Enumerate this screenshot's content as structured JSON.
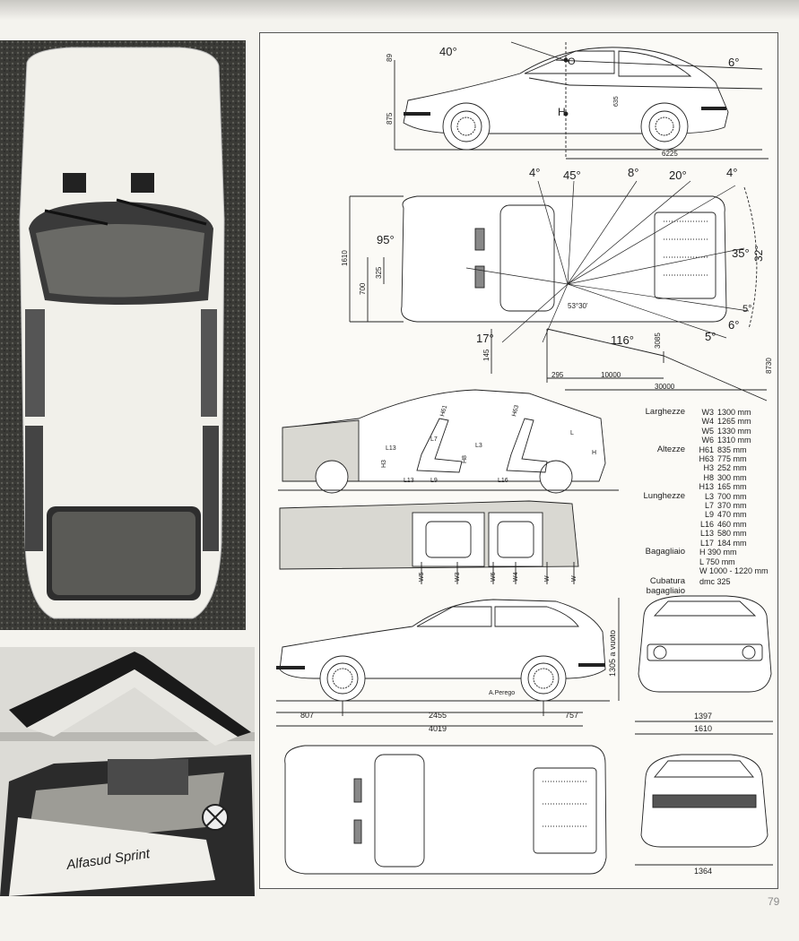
{
  "page_number": "79",
  "side_view_top": {
    "angle_front": "40°",
    "angle_rear": "6°",
    "dim_89": "89",
    "dim_875": "875",
    "dim_635": "635",
    "dim_6225": "6225",
    "label_o": "O",
    "label_h": "H"
  },
  "plan_view": {
    "angles": [
      "4°",
      "45°",
      "8°",
      "20°",
      "4°"
    ],
    "angle_95": "95°",
    "angle_35": "35°",
    "angle_32": "32°",
    "angle_5a": "5°",
    "angle_6": "6°",
    "angle_5b": "5°",
    "angle_17": "17°",
    "angle_116": "116°",
    "angle_5330": "53°30'",
    "dim_1610": "1610",
    "dim_325": "325",
    "dim_700": "700",
    "dim_145": "145",
    "dim_295": "295",
    "dim_10000": "10000",
    "dim_30000": "30000",
    "dim_3085": "3085",
    "dim_8730": "8730"
  },
  "interior_view": {
    "labels": [
      "H61",
      "H63",
      "L",
      "H",
      "L13",
      "L7",
      "H8",
      "H3",
      "L3",
      "L13",
      "L9",
      "L16"
    ],
    "floor_labels": [
      "W5",
      "W3",
      "W6",
      "W4",
      "W",
      "W"
    ]
  },
  "specs": [
    {
      "group": "Larghezze",
      "items": [
        {
          "code": "W3",
          "value": "1300 mm"
        },
        {
          "code": "W4",
          "value": "1265 mm"
        },
        {
          "code": "W5",
          "value": "1330 mm"
        },
        {
          "code": "W6",
          "value": "1310 mm"
        }
      ]
    },
    {
      "group": "Altezze",
      "items": [
        {
          "code": "H61",
          "value": "835 mm"
        },
        {
          "code": "H63",
          "value": "775 mm"
        },
        {
          "code": "H3",
          "value": "252 mm"
        },
        {
          "code": "H8",
          "value": "300 mm"
        },
        {
          "code": "H13",
          "value": "165 mm"
        }
      ]
    },
    {
      "group": "Lunghezze",
      "items": [
        {
          "code": "L3",
          "value": "700 mm"
        },
        {
          "code": "L7",
          "value": "370 mm"
        },
        {
          "code": "L9",
          "value": "470 mm"
        },
        {
          "code": "L16",
          "value": "460 mm"
        },
        {
          "code": "L13",
          "value": "580 mm"
        },
        {
          "code": "L17",
          "value": "184 mm"
        }
      ]
    },
    {
      "group": "Bagagliaio",
      "items": [
        {
          "code": "",
          "value": "H 390 mm"
        },
        {
          "code": "",
          "value": "L 750 mm"
        },
        {
          "code": "",
          "value": "W 1000 - 1220 mm"
        }
      ]
    },
    {
      "group": "Cubatura\nbagagliaio",
      "items": [
        {
          "code": "",
          "value": "dmc  325"
        }
      ]
    }
  ],
  "side_view_bottom": {
    "height_label": "1305  a vuoto",
    "signature": "A.Perego",
    "dim_front": "807",
    "dim_wheelbase": "2455",
    "dim_rear": "757",
    "dim_total": "4019"
  },
  "front_view": {
    "dim_track": "1397",
    "dim_width": "1610"
  },
  "rear_view": {
    "dim_track": "1364"
  },
  "photo_text": "Alfasud Sprint"
}
